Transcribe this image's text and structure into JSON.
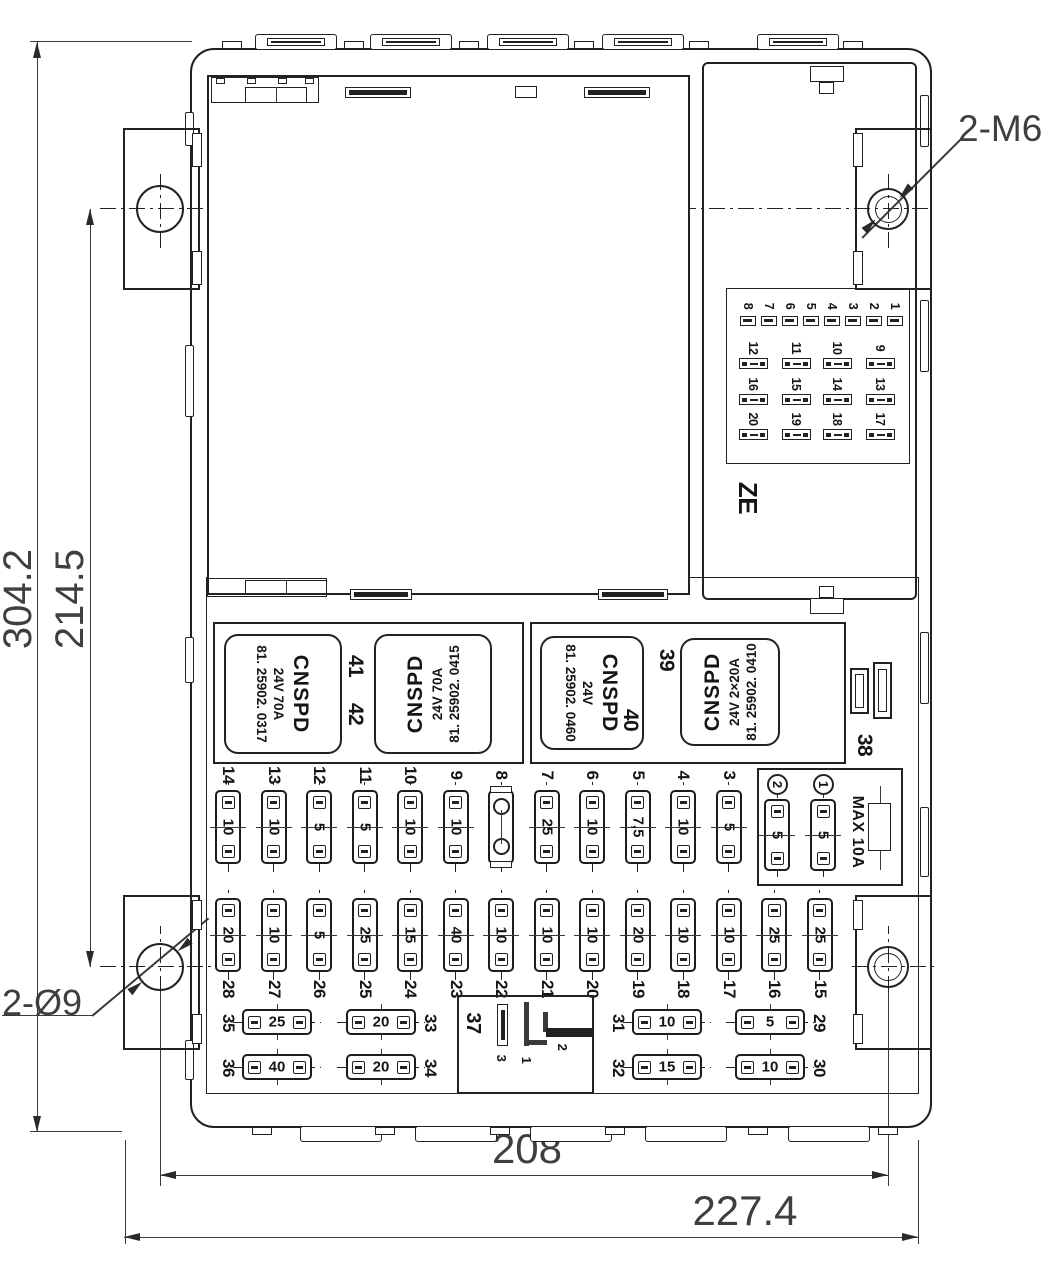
{
  "drawing": {
    "labels": {
      "thread_callout": "2-M6",
      "hole_callout": "2-Ø9"
    },
    "dims": {
      "overall_height": "304.2",
      "hole_pitch_v": "214.5",
      "hole_pitch_h": "208",
      "overall_width": "227.4"
    }
  },
  "ze_block": {
    "name": "ZE",
    "pin_row_top": [
      "8",
      "7",
      "6",
      "5",
      "4",
      "3",
      "2",
      "1"
    ],
    "pin_rows_wide": [
      [
        "12",
        "11",
        "10",
        "9"
      ],
      [
        "16",
        "15",
        "14",
        "13"
      ],
      [
        "20",
        "19",
        "18",
        "17"
      ]
    ]
  },
  "relay_groups": [
    {
      "labels": [
        "41",
        "42"
      ],
      "relays": [
        {
          "brand": "CNSPD",
          "rating": "24V 70A",
          "part": "81. 25902. 0317",
          "orient": "cw"
        },
        {
          "brand": "CNSPD",
          "rating": "24V 70A",
          "part": "81. 25902. 0415",
          "orient": "ccw"
        }
      ]
    },
    {
      "labels": [
        "39",
        "40"
      ],
      "relays": [
        {
          "brand": "CNSPD",
          "rating": "24V",
          "part": "81. 25902. 0460",
          "orient": "cw"
        },
        {
          "brand": "CNSPD",
          "rating": "24V 2×20A",
          "part": "81. 25902. 0410",
          "orient": "ccw"
        }
      ]
    }
  ],
  "component38": {
    "label": "38"
  },
  "fuses": {
    "row1": [
      {
        "id": "14",
        "amp": "10"
      },
      {
        "id": "13",
        "amp": "10"
      },
      {
        "id": "12",
        "amp": "5"
      },
      {
        "id": "11",
        "amp": "5"
      },
      {
        "id": "10",
        "amp": "10"
      },
      {
        "id": "9",
        "amp": "10"
      },
      {
        "id": "8",
        "amp": "",
        "type": "breaker"
      },
      {
        "id": "7",
        "amp": "25"
      },
      {
        "id": "6",
        "amp": "10"
      },
      {
        "id": "5",
        "amp": "7,5"
      },
      {
        "id": "4",
        "amp": "10"
      },
      {
        "id": "3",
        "amp": "5"
      }
    ],
    "max_box": {
      "label": "MAX 10A",
      "fuses": [
        {
          "id": "2",
          "amp": "5"
        },
        {
          "id": "1",
          "amp": "5"
        }
      ]
    },
    "row2": [
      {
        "id": "28",
        "amp": "20"
      },
      {
        "id": "27",
        "amp": "10"
      },
      {
        "id": "26",
        "amp": "5"
      },
      {
        "id": "25",
        "amp": "25"
      },
      {
        "id": "24",
        "amp": "15"
      },
      {
        "id": "23",
        "amp": "40"
      },
      {
        "id": "22",
        "amp": "10"
      },
      {
        "id": "21",
        "amp": "10"
      },
      {
        "id": "20",
        "amp": "10"
      },
      {
        "id": "19",
        "amp": "20"
      },
      {
        "id": "18",
        "amp": "10"
      },
      {
        "id": "17",
        "amp": "10"
      },
      {
        "id": "16",
        "amp": "25"
      },
      {
        "id": "15",
        "amp": "25"
      }
    ],
    "row3": [
      {
        "id": "35",
        "amp": "25",
        "side": "left"
      },
      {
        "id": "36",
        "amp": "40",
        "side": "left"
      },
      {
        "id": "33",
        "amp": "20",
        "side": "right"
      },
      {
        "id": "34",
        "amp": "20",
        "side": "right"
      },
      {
        "id": "31",
        "amp": "10",
        "side": "left"
      },
      {
        "id": "32",
        "amp": "15",
        "side": "left"
      },
      {
        "id": "29",
        "amp": "5",
        "side": "right"
      },
      {
        "id": "30",
        "amp": "10",
        "side": "right"
      }
    ]
  },
  "tool_box": {
    "label": "37",
    "items": [
      "3",
      "1",
      "2"
    ]
  }
}
